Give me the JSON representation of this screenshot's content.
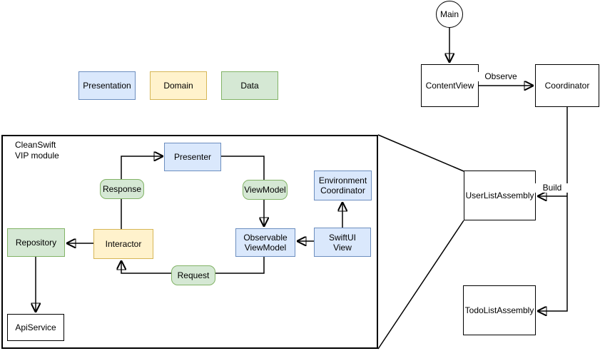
{
  "palette": {
    "presentation_fill": "#dae8fc",
    "presentation_stroke": "#6c8ebf",
    "domain_fill": "#fff2cc",
    "domain_stroke": "#d6b656",
    "data_fill": "#d5e8d4",
    "data_stroke": "#82b366",
    "line_color": "#000000",
    "background": "#ffffff"
  },
  "legend": {
    "presentation": "Presentation",
    "domain": "Domain",
    "data": "Data"
  },
  "vip_module": {
    "title": "CleanSwift\nVIP module",
    "presenter": "Presenter",
    "response": "Response",
    "view_model": "ViewModel",
    "environment_coordinator": "Environment\nCoordinator",
    "repository": "Repository",
    "interactor": "Interactor",
    "observable_view_model": "Observable\nViewModel",
    "swiftui_view": "SwiftUI\nView",
    "request": "Request",
    "api_service": "ApiService"
  },
  "app_flow": {
    "main": "Main",
    "content_view": "ContentView",
    "coordinator": "Coordinator",
    "user_list_assembly": "UserListAssembly",
    "todo_list_assembly": "TodoListAssembly",
    "observe_label": "Observe",
    "build_label": "Build"
  }
}
